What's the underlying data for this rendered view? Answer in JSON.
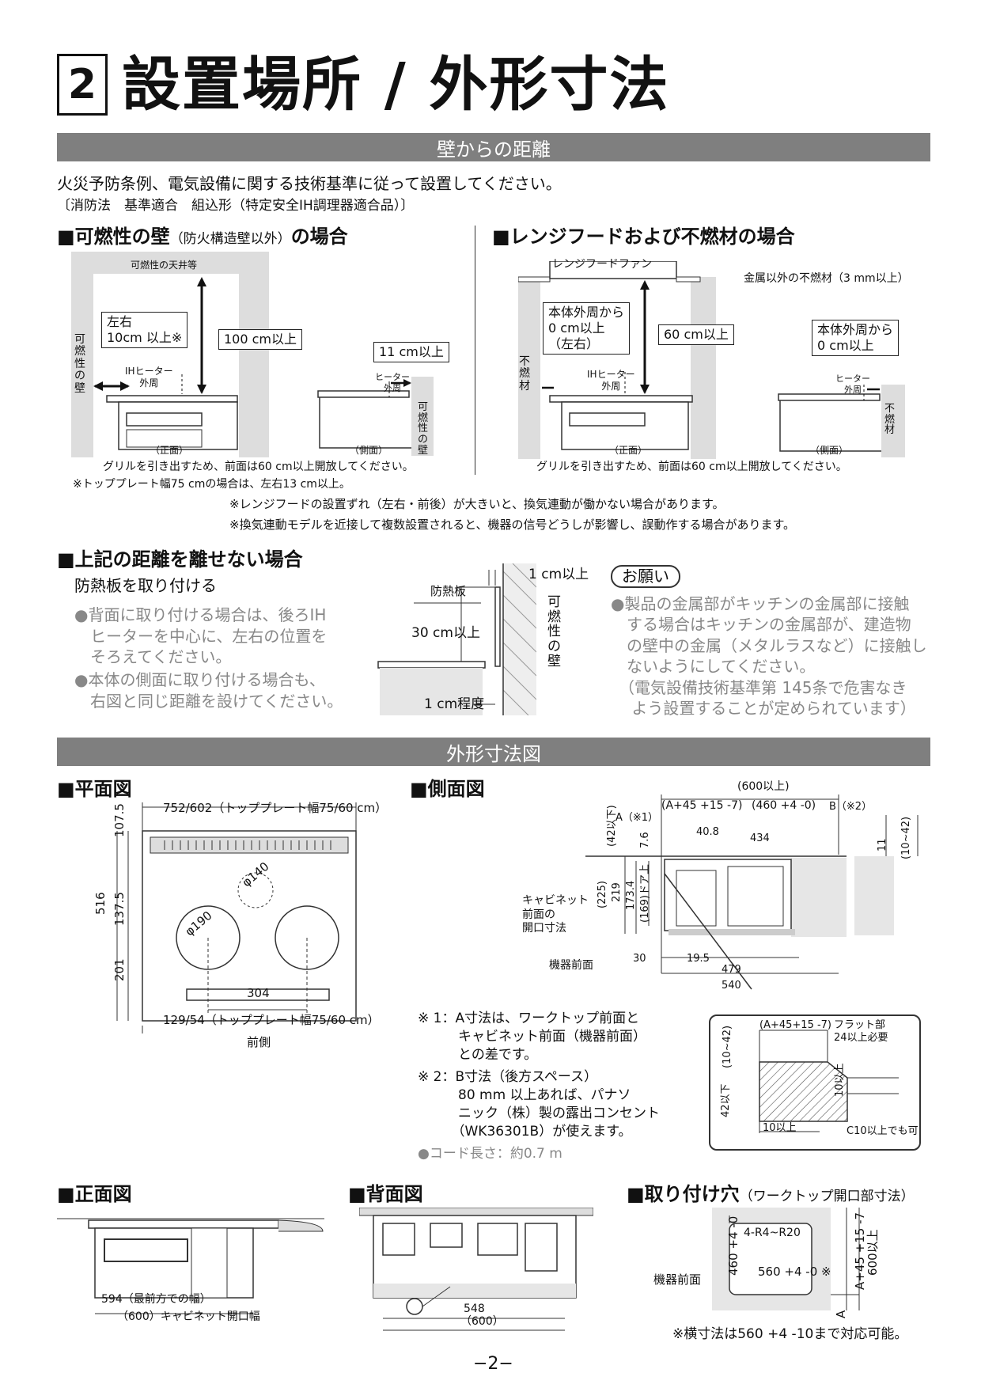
{
  "header": {
    "number": "2",
    "title": "設置場所 / 外形寸法"
  },
  "sections": {
    "wall_distance": "壁からの距離",
    "outline_dims": "外形寸法図"
  },
  "intro": {
    "line1": "火災予防条例、電気設備に関する技術基準に従って設置してください。",
    "line2": "〔消防法　基準適合　組込形（特定安全IH調理器適合品）〕"
  },
  "flammable": {
    "heading": "■可燃性の壁",
    "heading_small": "（防火構造壁以外）",
    "heading_tail": "の場合",
    "ceiling": "可燃性の天井等",
    "side_box": "左右\n10cm 以上※",
    "up_label": "100 cm以上",
    "wall_label": "可燃性の壁",
    "ih_outer": "IHヒーター\n外周",
    "front": "（正面）",
    "side_label": "11 cm以上",
    "side_heater": "ヒーター\n外周",
    "side_wall": "可燃性の壁",
    "side": "（側面）",
    "grill_note": "グリルを引き出すため、前面は60 cm以上開放してください。",
    "top_note": "※トッププレート幅75 cmの場合は、左右13 cm以上。"
  },
  "hood": {
    "heading": "■レンジフードおよび不燃材の場合",
    "fan": "レンジフードファン",
    "nonmetal": "金属以外の不燃材（3 mm以上）",
    "box_left": "本体外周から\n0 cm以上\n（左右）",
    "up_label": "60 cm以上",
    "wall_label": "不燃材",
    "ih_outer": "IHヒーター\n外周",
    "front": "（正面）",
    "box_right": "本体外周から\n0 cm以上",
    "side_heater": "ヒーター\n外周",
    "side_wall": "不燃材",
    "side": "（側面）",
    "grill_note": "グリルを引き出すため、前面は60 cm以上開放してください。"
  },
  "notes": {
    "n1": "※レンジフードの設置ずれ（左右・前後）が大きいと、換気連動が働かない場合があります。",
    "n2": "※換気連動モデルを近接して複数設置されると、機器の信号どうしが影響し、誤動作する場合があります。"
  },
  "cannot": {
    "heading": "■上記の距離を離せない場合",
    "sub": "防熱板を取り付ける",
    "b1": [
      "●背面に取り付ける場合は、後ろIH",
      "　ヒーターを中心に、左右の位置を",
      "　そろえてください。"
    ],
    "b2": [
      "●本体の側面に取り付ける場合も、",
      "　右図と同じ距離を設けてください。"
    ],
    "d_top": "1 cm以上",
    "d_plate": "防熱板",
    "d_wall": "可燃性の壁",
    "d_30": "30 cm以上",
    "d_1": "1 cm程度"
  },
  "request": {
    "title": "お願い",
    "lines": [
      "●製品の金属部がキッチンの金属部に接触",
      "　する場合はキッチンの金属部が、建造物",
      "　の壁中の金属（メタルラスなど）に接触し",
      "　ないようにしてください。",
      "　（電気設備技術基準第 145条で危害なき",
      "　 よう設置することが定められています）"
    ]
  },
  "plan": {
    "heading": "■平面図",
    "top_dim": "752/602（トッププレート幅75/60 cm）",
    "d1075": "107.5",
    "d516": "516",
    "d1375": "137.5",
    "d201": "201",
    "d140": "φ140",
    "d190": "φ190",
    "d304": "304",
    "bottom_dim": "129/54（トッププレート幅75/60 cm）",
    "front": "前側"
  },
  "side_view": {
    "heading": "■側面図",
    "d600": "(600以上)",
    "dA45": "(A+45 +15 -7)",
    "d460": "(460 +4 -0)",
    "A1": "A（※1）",
    "B2": "B（※2）",
    "d42": "(42以下)",
    "d76": "7.6",
    "d408": "40.8",
    "d434": "434",
    "d11": "11",
    "d1042": "(10~42)",
    "cab": "キャビネット\n前面の\n開口寸法",
    "d225": "(225)",
    "d219": "219",
    "d1734": "173.4",
    "d169": "(169)ドア上",
    "front": "機器前面",
    "d30": "30",
    "d195": "19.5",
    "d479": "479",
    "d540": "540"
  },
  "footnotes": {
    "f1": [
      "※ 1：A寸法は、ワークトップ前面と",
      "　　　キャビネット前面（機器前面）",
      "　　　との差です。"
    ],
    "f2": [
      "※ 2：B寸法（後方スペース）",
      "　　　80 mm 以上あれば、パナソ",
      "　　　ニック（株）製の露出コンセント",
      "　　　（WK36301B）が使えます。"
    ],
    "cord": "●コード長さ：約0.7 m"
  },
  "detail": {
    "d1042": "(10~42)",
    "dA45": "(A+45+15 -7)",
    "flat": "フラット部\n24以上必要",
    "d10up": "10以上",
    "d42": "42以下",
    "d10": "10以上",
    "c10": "C10以上でも可"
  },
  "front_view": {
    "heading": "■正面図",
    "d594": "594（最前方での幅）",
    "d600": "（600）キャビネット開口幅"
  },
  "back_view": {
    "heading": "■背面図",
    "d548": "548",
    "d600": "（600）"
  },
  "hole": {
    "heading": "■取り付け穴",
    "heading_small": "（ワークトップ開口部寸法）",
    "r": "4-R4~R20",
    "d460": "460 +4 -0",
    "d560": "560 +4 -0 ※",
    "d600": "600以上",
    "dA45": "A+45 +15 -7",
    "A": "A",
    "front": "機器前面",
    "note": "※横寸法は560 +4 -10まで対応可能。"
  },
  "page": "−2−"
}
